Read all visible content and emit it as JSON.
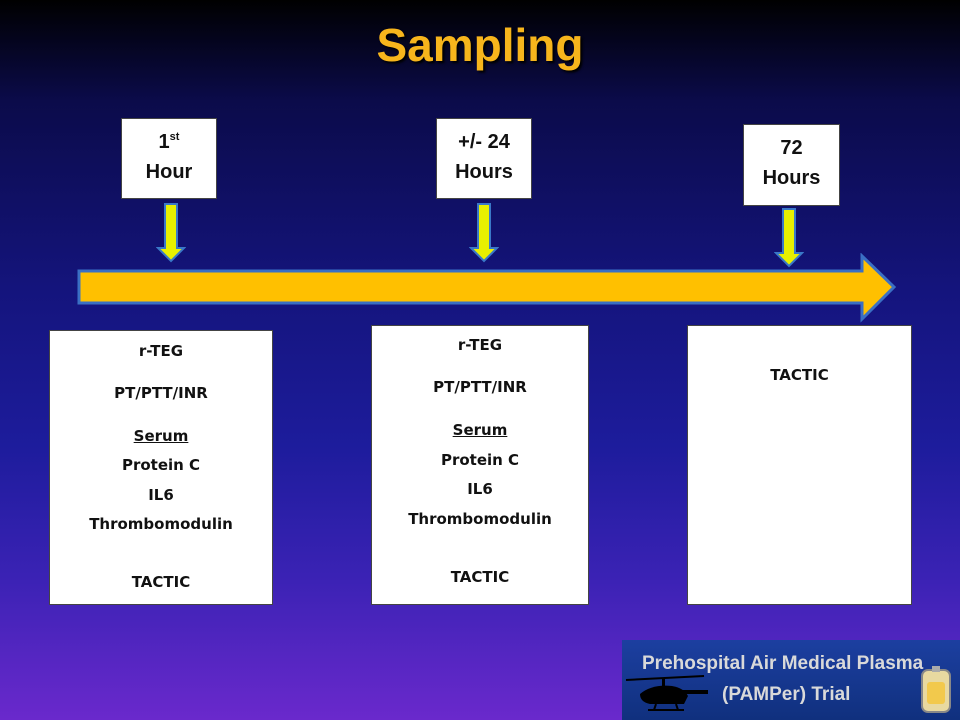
{
  "title": "Sampling",
  "timepoints": [
    {
      "line1": "1",
      "sup": "st",
      "line2": "Hour"
    },
    {
      "line1": "+/- 24",
      "line2": "Hours"
    },
    {
      "line1": "72",
      "line2": "Hours"
    }
  ],
  "samples": [
    {
      "items": [
        "r-TEG",
        "PT/PTT/INR",
        "Serum",
        "Protein C",
        "IL6",
        "Thrombomodulin",
        "TACTIC"
      ]
    },
    {
      "items": [
        "r-TEG",
        "PT/PTT/INR",
        "Serum",
        "Protein C",
        "IL6",
        "Thrombomodulin",
        "TACTIC"
      ]
    },
    {
      "items": [
        "TACTIC"
      ]
    }
  ],
  "logo": {
    "line1": "Prehospital Air Medical Plasma",
    "line2": "(PAMPer) Trial",
    "icon_left": "helicopter-icon",
    "icon_right": "plasma-bag-icon"
  },
  "colors": {
    "title": "#f7b51c",
    "timeline_arrow": "#ffc000",
    "down_arrows": "#e8f000"
  }
}
